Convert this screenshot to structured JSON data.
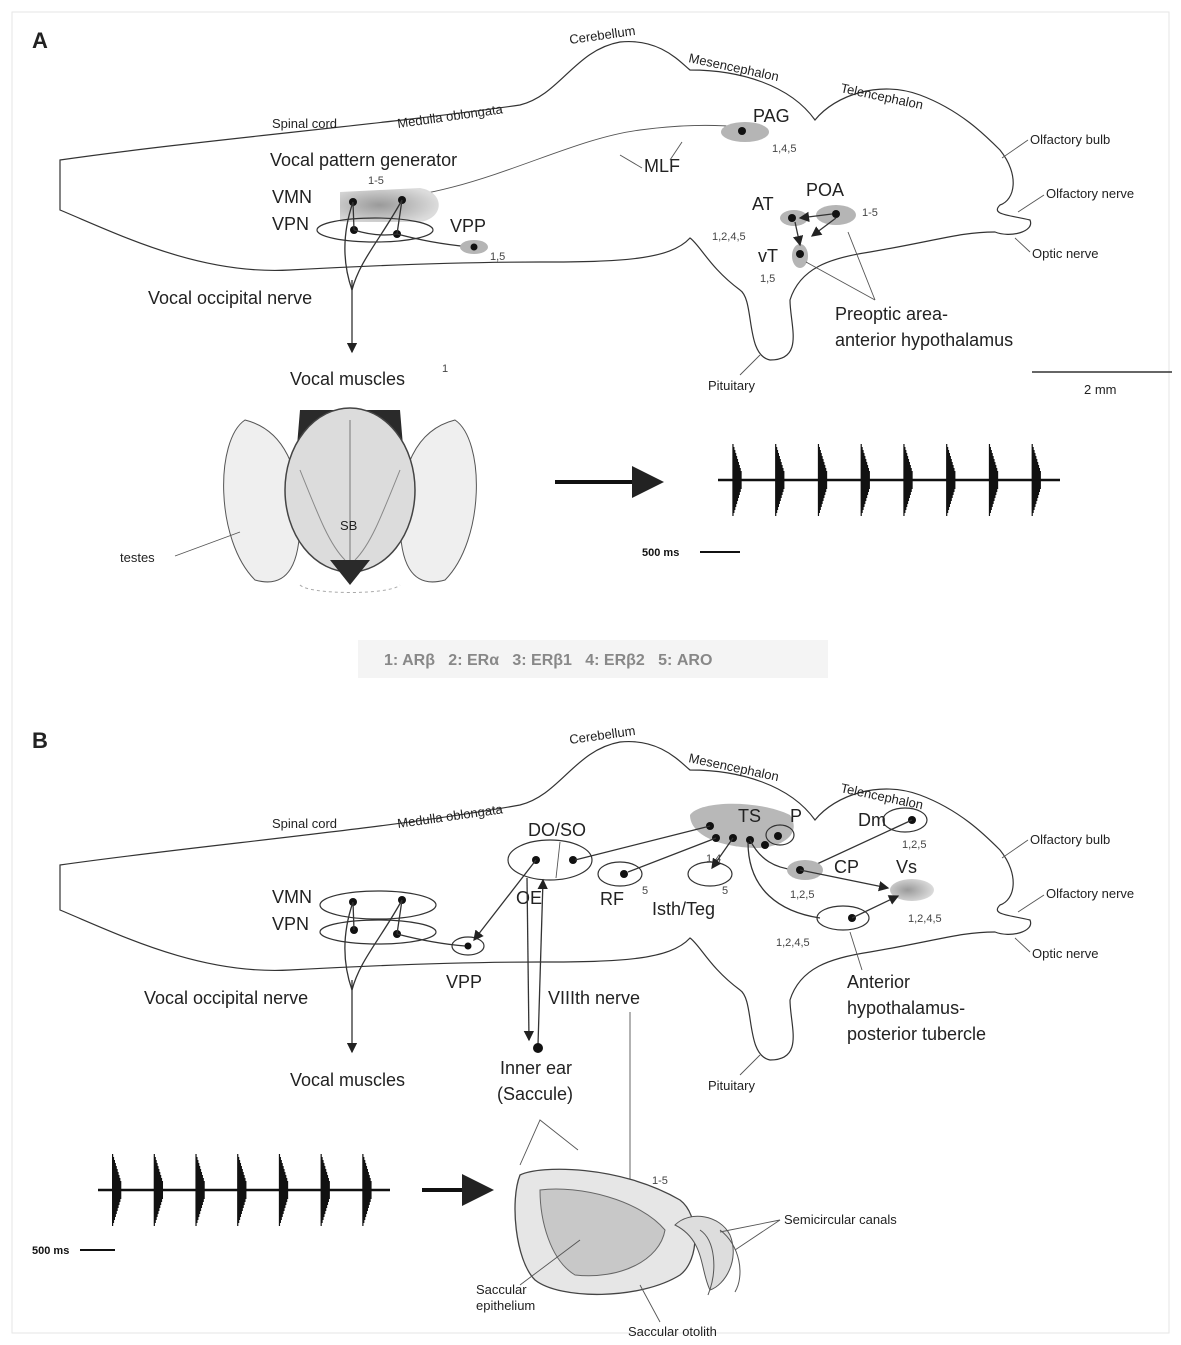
{
  "panel_a": {
    "letter": "A",
    "regions": {
      "cerebellum": "Cerebellum",
      "mesencephalon": "Mesencephalon",
      "telencephalon": "Telencephalon",
      "spinal_cord": "Spinal cord",
      "medulla": "Medulla oblongata",
      "olfactory_bulb": "Olfactory bulb",
      "olfactory_nerve": "Olfactory nerve",
      "optic_nerve": "Optic nerve",
      "pituitary": "Pituitary"
    },
    "nuclei": {
      "vpg": "Vocal pattern generator",
      "vpg_num": "1-5",
      "vmn": "VMN",
      "vpn": "VPN",
      "vpp": "VPP",
      "vpp_num": "1,5",
      "mlf": "MLF",
      "pag": "PAG",
      "pag_num": "1,4,5",
      "at": "AT",
      "poa": "POA",
      "poa_num": "1-5",
      "at_num": "1,2,4,5",
      "vt": "vT",
      "vt_num": "1,5",
      "poah_1": "Preoptic area-",
      "poah_2": "anterior hypothalamus"
    },
    "vocal_nerve": "Vocal occipital nerve",
    "vocal_muscles": "Vocal muscles",
    "vocal_muscles_sup": "1",
    "scale_bar": "2 mm",
    "sb": "SB",
    "testes": "testes",
    "time_scale": "500 ms"
  },
  "legend": "1: ARβ   2: ERα   3: ERβ1   4: ERβ2   5: ARO",
  "panel_b": {
    "letter": "B",
    "regions": {
      "cerebellum": "Cerebellum",
      "mesencephalon": "Mesencephalon",
      "telencephalon": "Telencephalon",
      "spinal_cord": "Spinal cord",
      "medulla": "Medulla oblongata",
      "olfactory_bulb": "Olfactory bulb",
      "olfactory_nerve": "Olfactory nerve",
      "optic_nerve": "Optic nerve",
      "pituitary": "Pituitary"
    },
    "nuclei": {
      "vmn": "VMN",
      "vpn": "VPN",
      "vpp": "VPP",
      "doso": "DO/SO",
      "oe": "OE",
      "rf": "RF",
      "rf_num": "5",
      "isth": "Isth/Teg",
      "isth_num": "5",
      "ts": "TS",
      "ts_num": "1,4",
      "p": "P",
      "dm": "Dm",
      "dm_num": "1,2,5",
      "cp": "CP",
      "cp_num": "1,2,5",
      "vs": "Vs",
      "vs_num": "1,2,4,5",
      "ah_num": "1,2,4,5",
      "ah_1": "Anterior",
      "ah_2": "hypothalamus-",
      "ah_3": "posterior tubercle"
    },
    "vocal_nerve": "Vocal occipital nerve",
    "vocal_muscles": "Vocal muscles",
    "viii": "VIIIth nerve",
    "inner_ear_1": "Inner ear",
    "inner_ear_2": "(Saccule)",
    "ear_num": "1-5",
    "semicircular": "Semicircular canals",
    "sacc_epi_1": "Saccular",
    "sacc_epi_2": "epithelium",
    "sacc_oto": "Saccular otolith",
    "time_scale": "500 ms"
  }
}
